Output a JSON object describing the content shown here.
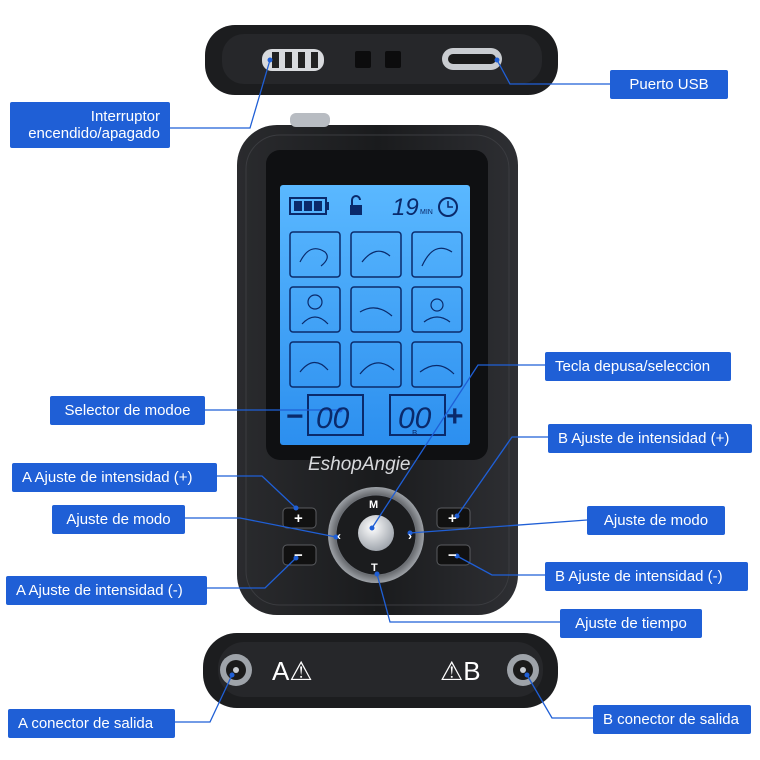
{
  "labels": {
    "usb_port": "Puerto USB",
    "power_switch": "Interruptor\nencendido/apagado",
    "pause_key": "Tecla depusa/seleccion",
    "mode_selector": "Selector de modoe",
    "b_intensity_up": "B Ajuste de  intensidad (+)",
    "a_intensity_up": "A Ajuste de intensidad (+)",
    "mode_adjust_left": "Ajuste de modo",
    "mode_adjust_right": "Ajuste de modo",
    "b_intensity_down": "B Ajuste de intensidad (-)",
    "a_intensity_down": "A Ajuste de intensidad (-)",
    "time_adjust": "Ajuste de tiempo",
    "a_output": "A conector de salida",
    "b_output": "B conector de salida"
  },
  "device": {
    "brand": "EshopAngie",
    "timer_value": "19",
    "timer_unit": "MIN",
    "channel_a_value": "00",
    "channel_b_value": "00",
    "channel_b_mark": "B",
    "minus_sign": "−",
    "plus_sign": "+",
    "button_plus": "+",
    "button_minus": "−",
    "nav_mode": "M",
    "nav_time": "T",
    "jack_a": "A⚠",
    "jack_b": "⚠B",
    "colors": {
      "lcd": "#39a4ff",
      "body": "#1b1c1e",
      "callout": "#1f5fd6"
    }
  }
}
